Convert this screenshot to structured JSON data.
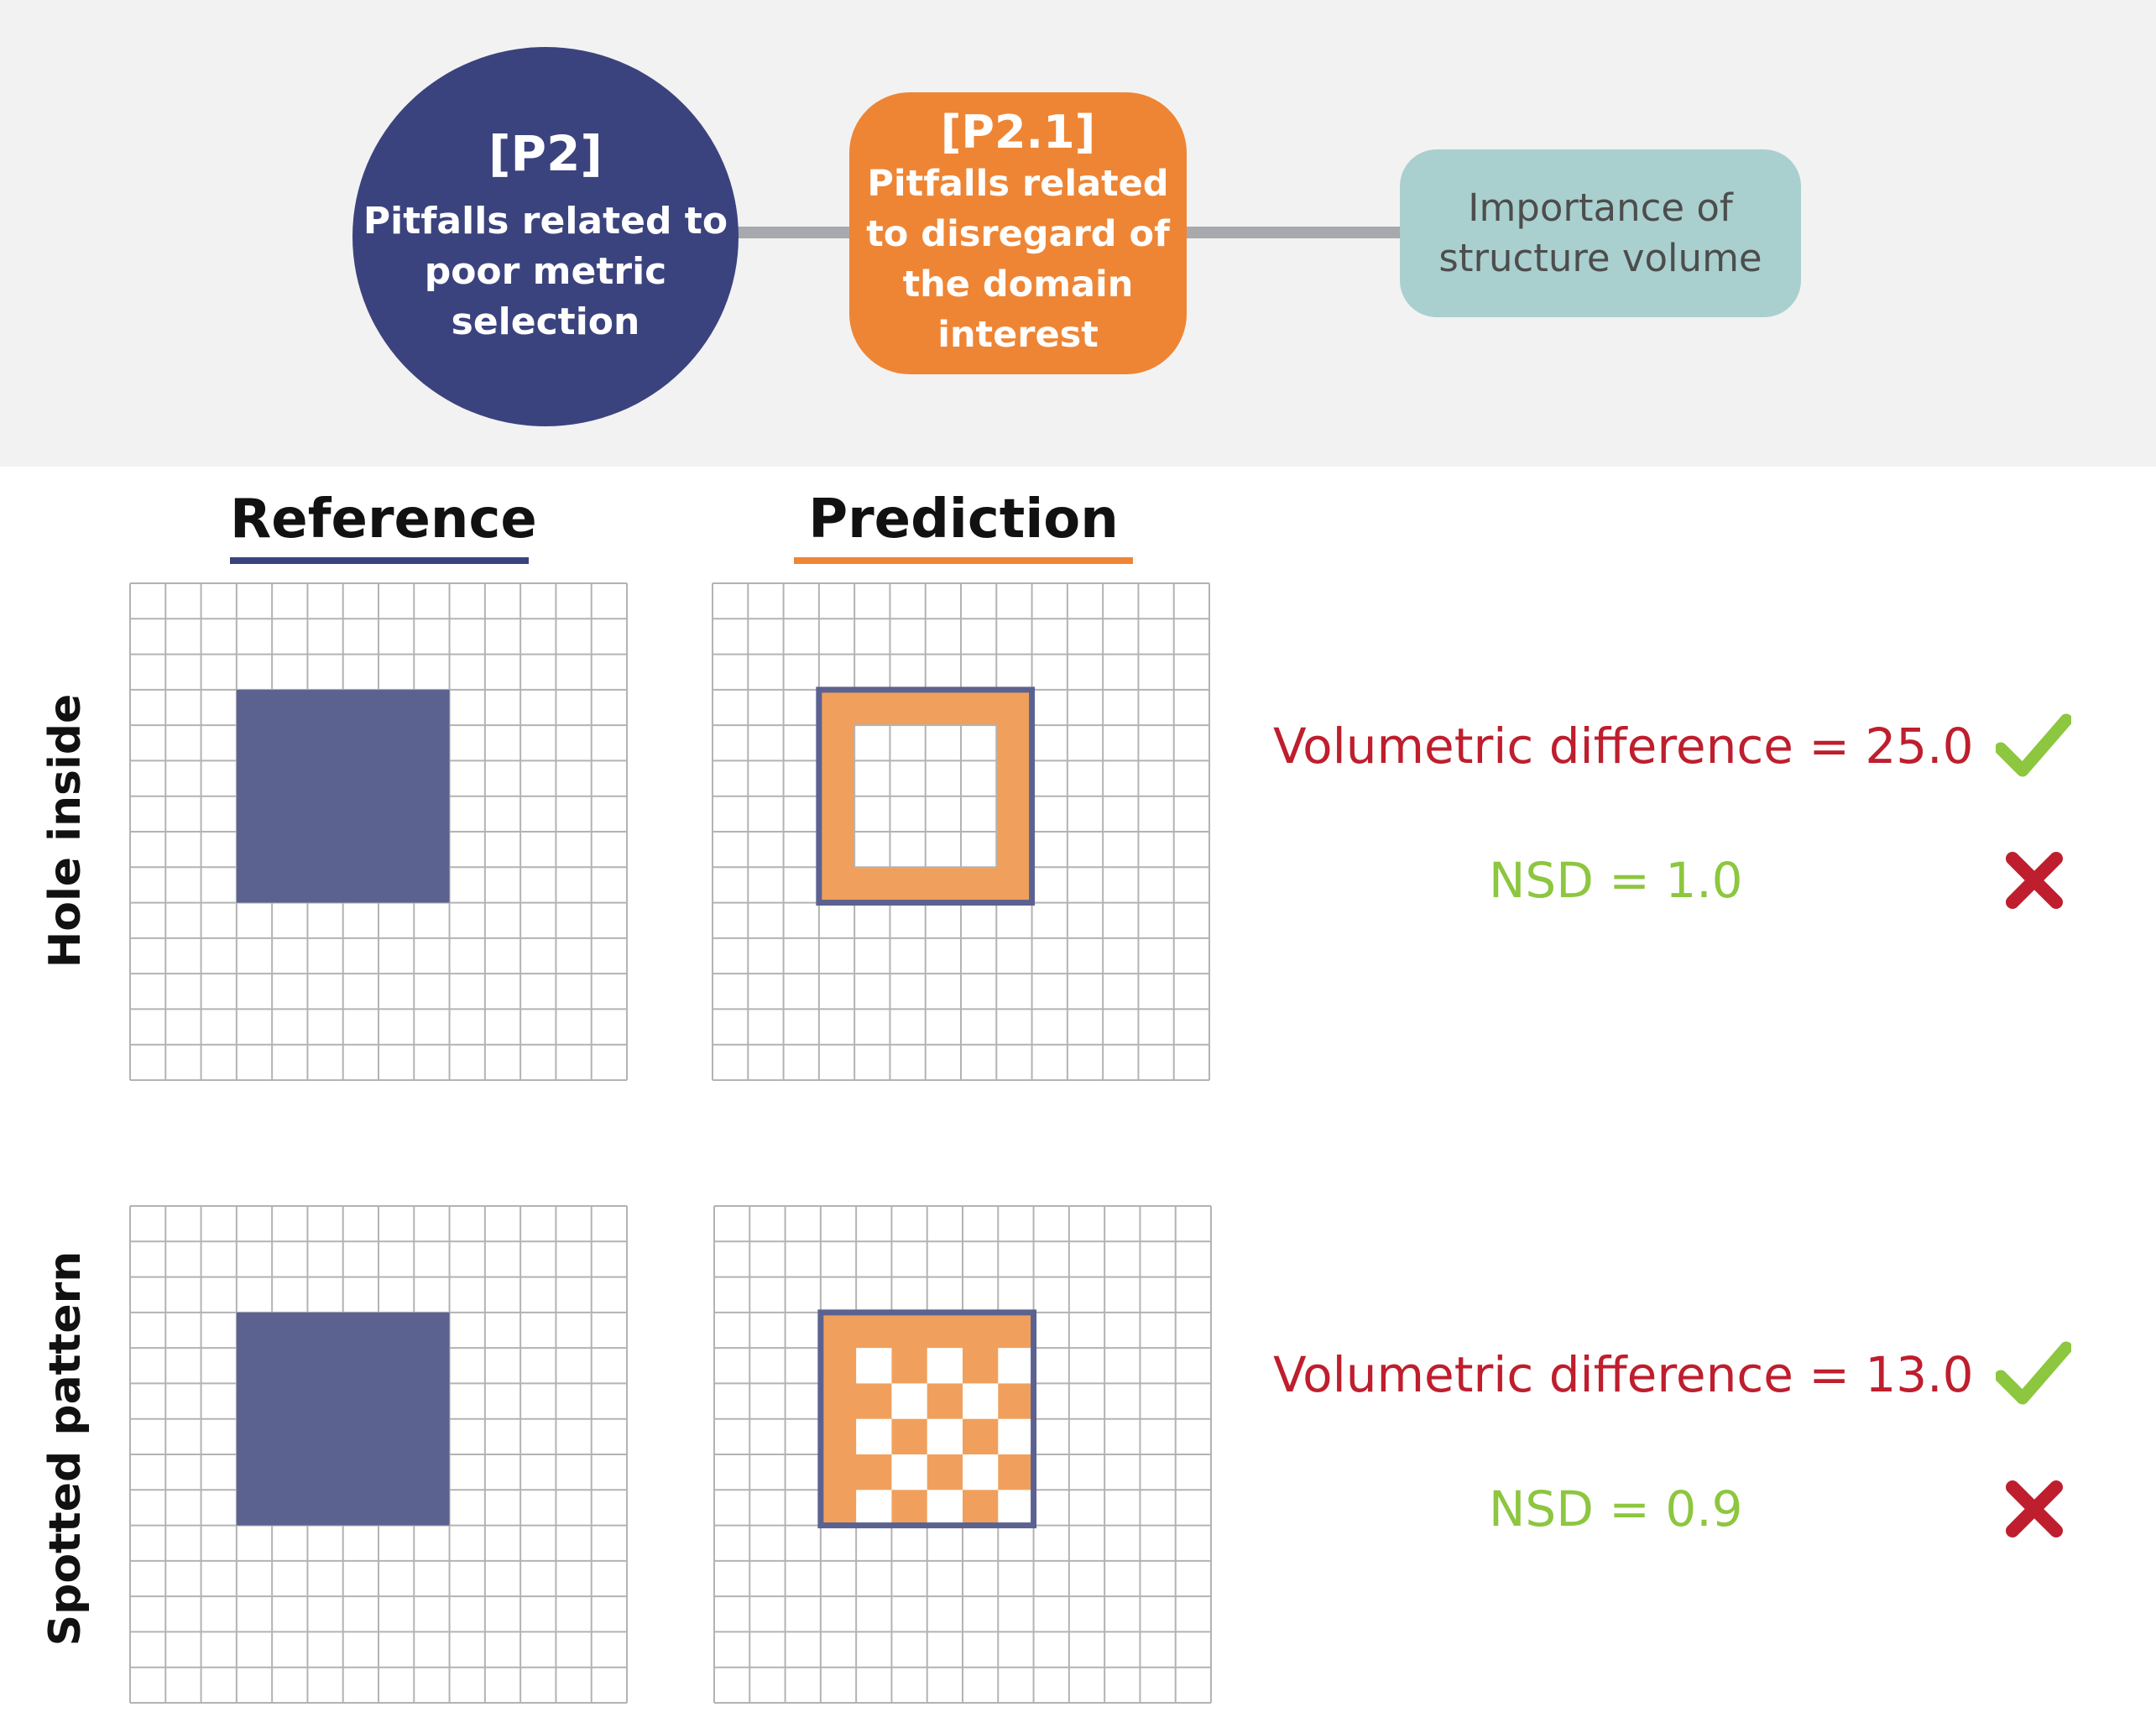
{
  "header": {
    "nodes": [
      {
        "id": "p2",
        "code": "[P2]",
        "text": "Pitfalls related to\npoor metric\nselection",
        "color": "#3b437e"
      },
      {
        "id": "p21",
        "code": "[P2.1]",
        "text": "Pitfalls related\nto disregard of\nthe domain\ninterest",
        "color": "#ee8535"
      },
      {
        "id": "vol",
        "code": "",
        "text": "Importance of\nstructure volume",
        "color": "#a9d0ce"
      }
    ]
  },
  "columns": {
    "reference": {
      "label": "Reference",
      "color": "#3b437e"
    },
    "prediction": {
      "label": "Prediction",
      "color": "#ee8535"
    }
  },
  "rows": [
    {
      "label": "Hole inside",
      "volumetric": "Volumetric difference = 25.0",
      "nsd": "NSD = 1.0",
      "volumetric_ok": true,
      "nsd_ok": false
    },
    {
      "label": "Spotted pattern",
      "volumetric": "Volumetric difference = 13.0",
      "nsd": "NSD = 0.9",
      "volumetric_ok": true,
      "nsd_ok": false
    }
  ],
  "grid": {
    "size": 14,
    "reference_cells": {
      "row_start": 3,
      "row_end": 9,
      "col_start": 3,
      "col_end": 9
    },
    "prediction_hole": {
      "row_start": 4,
      "row_end": 8,
      "col_start": 4,
      "col_end": 8
    },
    "prediction_spots": [
      [
        4,
        4
      ],
      [
        4,
        6
      ],
      [
        4,
        8
      ],
      [
        5,
        5
      ],
      [
        5,
        7
      ],
      [
        6,
        4
      ],
      [
        6,
        6
      ],
      [
        6,
        8
      ],
      [
        7,
        5
      ],
      [
        7,
        7
      ],
      [
        8,
        4
      ],
      [
        8,
        6
      ],
      [
        8,
        8
      ]
    ]
  },
  "colors": {
    "reference_fill": "#5c6290",
    "prediction_fill": "#f0a05c",
    "outline": "#5c6290",
    "check": "#8dc63f",
    "cross": "#be1e2d",
    "grid_line": "#b3b3b3"
  }
}
